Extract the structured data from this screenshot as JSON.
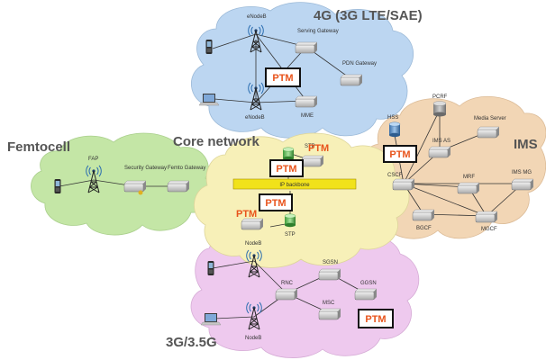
{
  "clouds": {
    "lte": {
      "title": "4G (3G LTE/SAE)",
      "color": "#bcd6f1"
    },
    "femtocell": {
      "title": "Femtocell",
      "color": "#c4e6a6"
    },
    "core": {
      "title": "Core network",
      "color": "#f7f0b8"
    },
    "ims": {
      "title": "IMS",
      "color": "#f2d6b5"
    },
    "umts": {
      "title": "3G/3.5G",
      "color": "#eec9ee"
    }
  },
  "labels": {
    "enodeb_top": "eNodeB",
    "enodeb_bottom": "eNodeB",
    "serving_gateway": "Serving Gateway",
    "pdn_gateway": "PDN Gateway",
    "mme": "MME",
    "fap": "FAP",
    "security_gateway": "Security Gateway",
    "femto_gateway": "Femto Gateway",
    "stp_top": "STP",
    "stp_bottom": "STP",
    "ip_backbone": "IP backbone",
    "pcrf": "PCRF",
    "hss": "HSS",
    "media_server": "Media Server",
    "ims_as": "IMS AS",
    "cscf": "CSCF",
    "mrf": "MRF",
    "ims_mg": "IMS MG",
    "bgcf": "BGCF",
    "mgcf": "MGCF",
    "nodeb_top": "NodeB",
    "nodeb_bottom": "NodeB",
    "sgsn": "SGSN",
    "ggsn": "GGSN",
    "rnc": "RNC",
    "msc": "MSC"
  },
  "ptm": {
    "label": "PTM",
    "color": "#e8541c"
  }
}
